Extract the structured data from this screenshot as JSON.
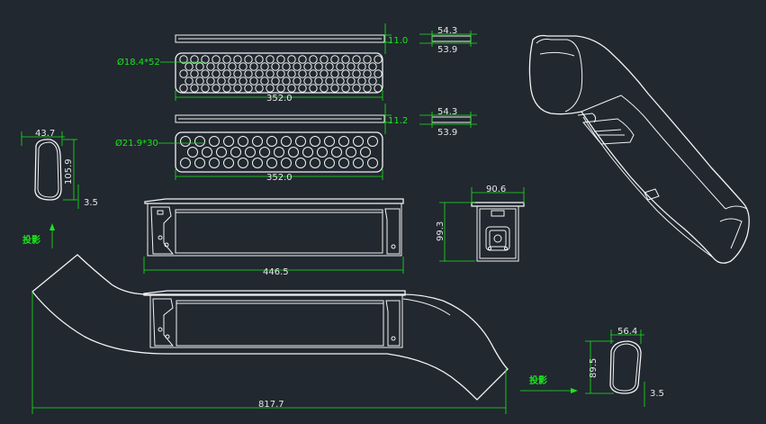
{
  "colors": {
    "background": "#212830",
    "geometry": "#f2f2f2",
    "dimension": "#19e619"
  },
  "dimensions": {
    "plate1_thickness": "11.0",
    "plate1_width_top": "54.3",
    "plate1_width_bottom": "53.9",
    "plate1_holes": "Ø18.4*52",
    "plate1_length": "352.0",
    "plate2_thickness": "11.2",
    "plate2_width_top": "54.3",
    "plate2_width_bottom": "53.9",
    "plate2_holes": "Ø21.9*30",
    "plate2_length": "352.0",
    "section_left_width": "43.7",
    "section_left_height": "105.9",
    "section_left_wall": "3.5",
    "battery_length": "446.5",
    "end_view_width": "90.6",
    "end_view_height": "99.3",
    "tube_length": "817.7",
    "section_right_width": "56.4",
    "section_right_height": "89.5",
    "section_right_wall": "3.5"
  },
  "labels": {
    "projection_left": "投影",
    "projection_right": "投影"
  }
}
